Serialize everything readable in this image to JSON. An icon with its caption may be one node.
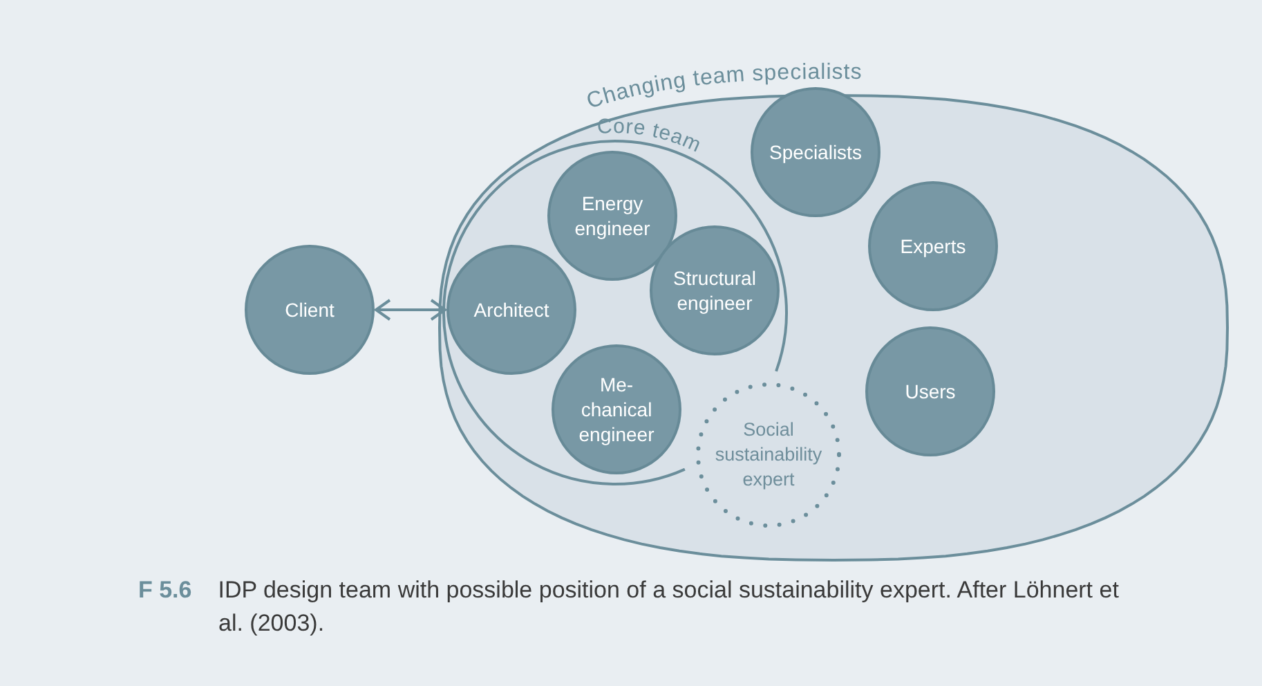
{
  "diagram": {
    "caption": "**F 5.6** IDP design team with possible position of a social sustainability expert. After Löhnert et al. (2003).",
    "nodes": [
      {
        "text": [
          "Client"
        ]
      },
      {
        "text": [
          "Changing team specialists"
        ]
      },
      {
        "text": [
          "Core team"
        ],
        "in": 1
      },
      {
        "text": [
          "Energy engineer"
        ],
        "in": 2
      },
      {
        "text": [
          "Architect"
        ],
        "in": 2
      },
      {
        "text": [
          "Structural engineer"
        ],
        "in": 2
      },
      {
        "text": [
          "Me- chanical engineer"
        ],
        "in": 2
      },
      {
        "text": [
          "Social sustainability expert"
        ],
        "in": 1
      },
      {
        "text": [
          "Specialists"
        ],
        "in": 1
      },
      {
        "text": [
          "Experts"
        ],
        "in": 1
      },
      {
        "text": [
          "Users"
        ],
        "in": 1
      }
    ],
    "edges": [
      {
        "from": 0,
        "to": 4,
        "arrow": "both"
      }
    ]
  }
}
